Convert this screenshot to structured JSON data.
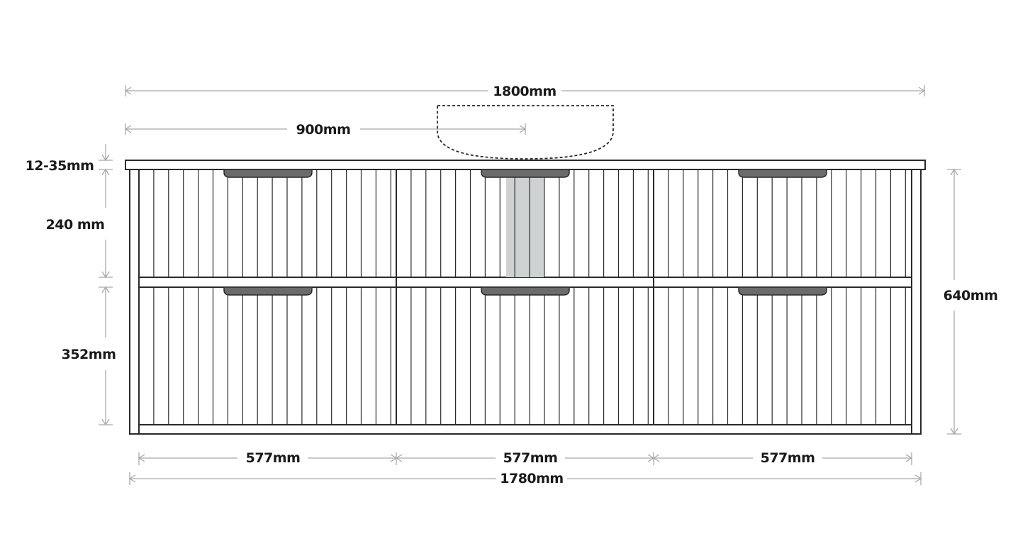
{
  "dimensions": {
    "overall_top_width": "1800mm",
    "basin_center": "900mm",
    "top_thickness": "12-35mm",
    "top_drawer_height": "240 mm",
    "bottom_drawer_height": "352mm",
    "overall_height": "640mm",
    "drawer_width_left": "577mm",
    "drawer_width_middle": "577mm",
    "drawer_width_right": "577mm",
    "cabinet_width": "1780mm"
  }
}
